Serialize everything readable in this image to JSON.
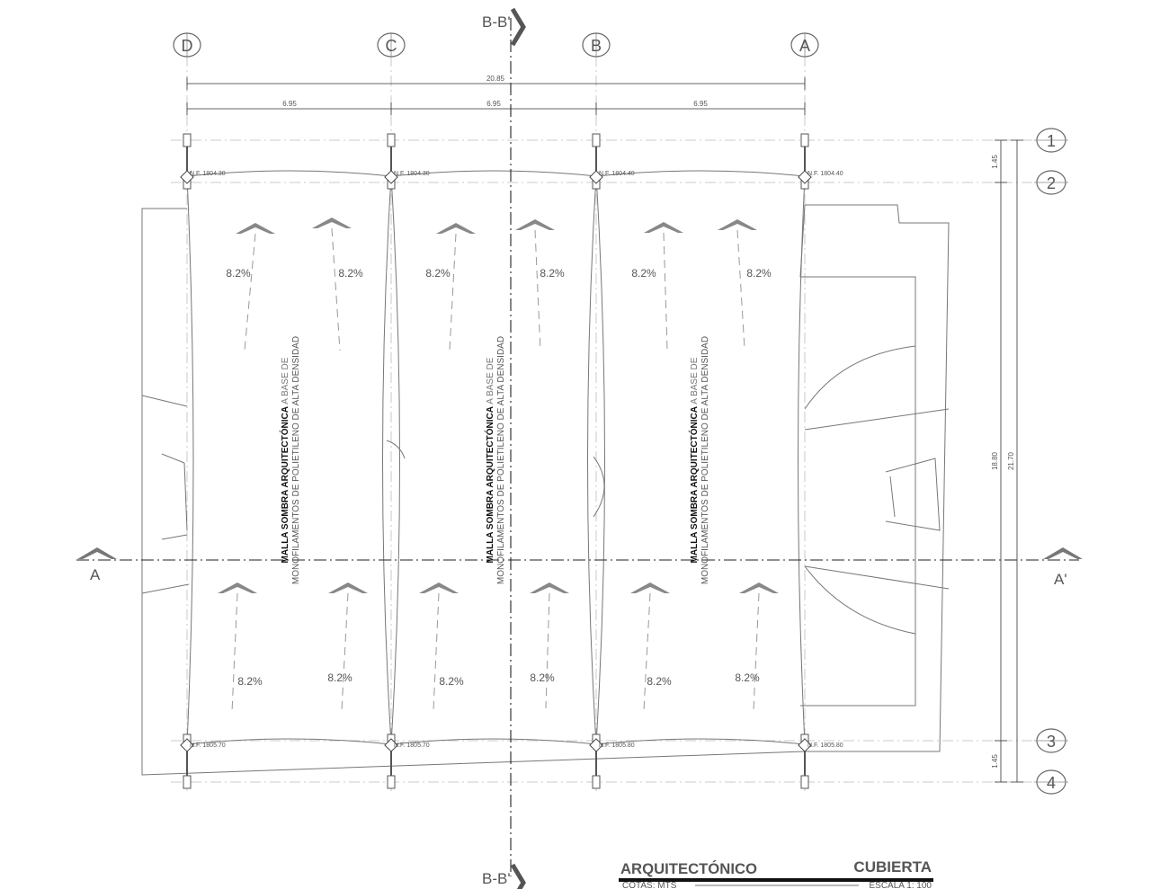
{
  "grid_columns": [
    "D",
    "C",
    "B",
    "A"
  ],
  "grid_rows": [
    "1",
    "2",
    "3",
    "4"
  ],
  "dimensions": {
    "overall_width": "20.85",
    "bay_widths": [
      "6.95",
      "6.95",
      "6.95"
    ],
    "vertical_top": "1.45",
    "vertical_middle": "18.80",
    "vertical_overall": "21.70",
    "vertical_bottom": "1.45"
  },
  "levels_top": [
    "N.F. 1804.30",
    "N.F. 1804.30",
    "N.F. 1804.40",
    "N.F. 1804.40"
  ],
  "levels_bottom": [
    "N.F. 1805.70",
    "N.F. 1805.70",
    "N.F. 1805.80",
    "N.F. 1805.80"
  ],
  "slope_label": "8.2%",
  "material_label_line1_bold": "MALLA SOMBRA ARQUITECTÓNICA",
  "material_label_line1_rest": " A BASE DE",
  "material_label_line2": "MONOFILAMENTOS DE POLIETILENO DE ALTA DENSIDAD",
  "section_bb": "B-B'",
  "section_a_left": "A",
  "section_a_right": "A'",
  "title_block": {
    "discipline": "ARQUITECTÓNICO",
    "sheet": "CUBIERTA",
    "units": "COTAS: MTS",
    "scale": "ESCALA 1: 100"
  }
}
